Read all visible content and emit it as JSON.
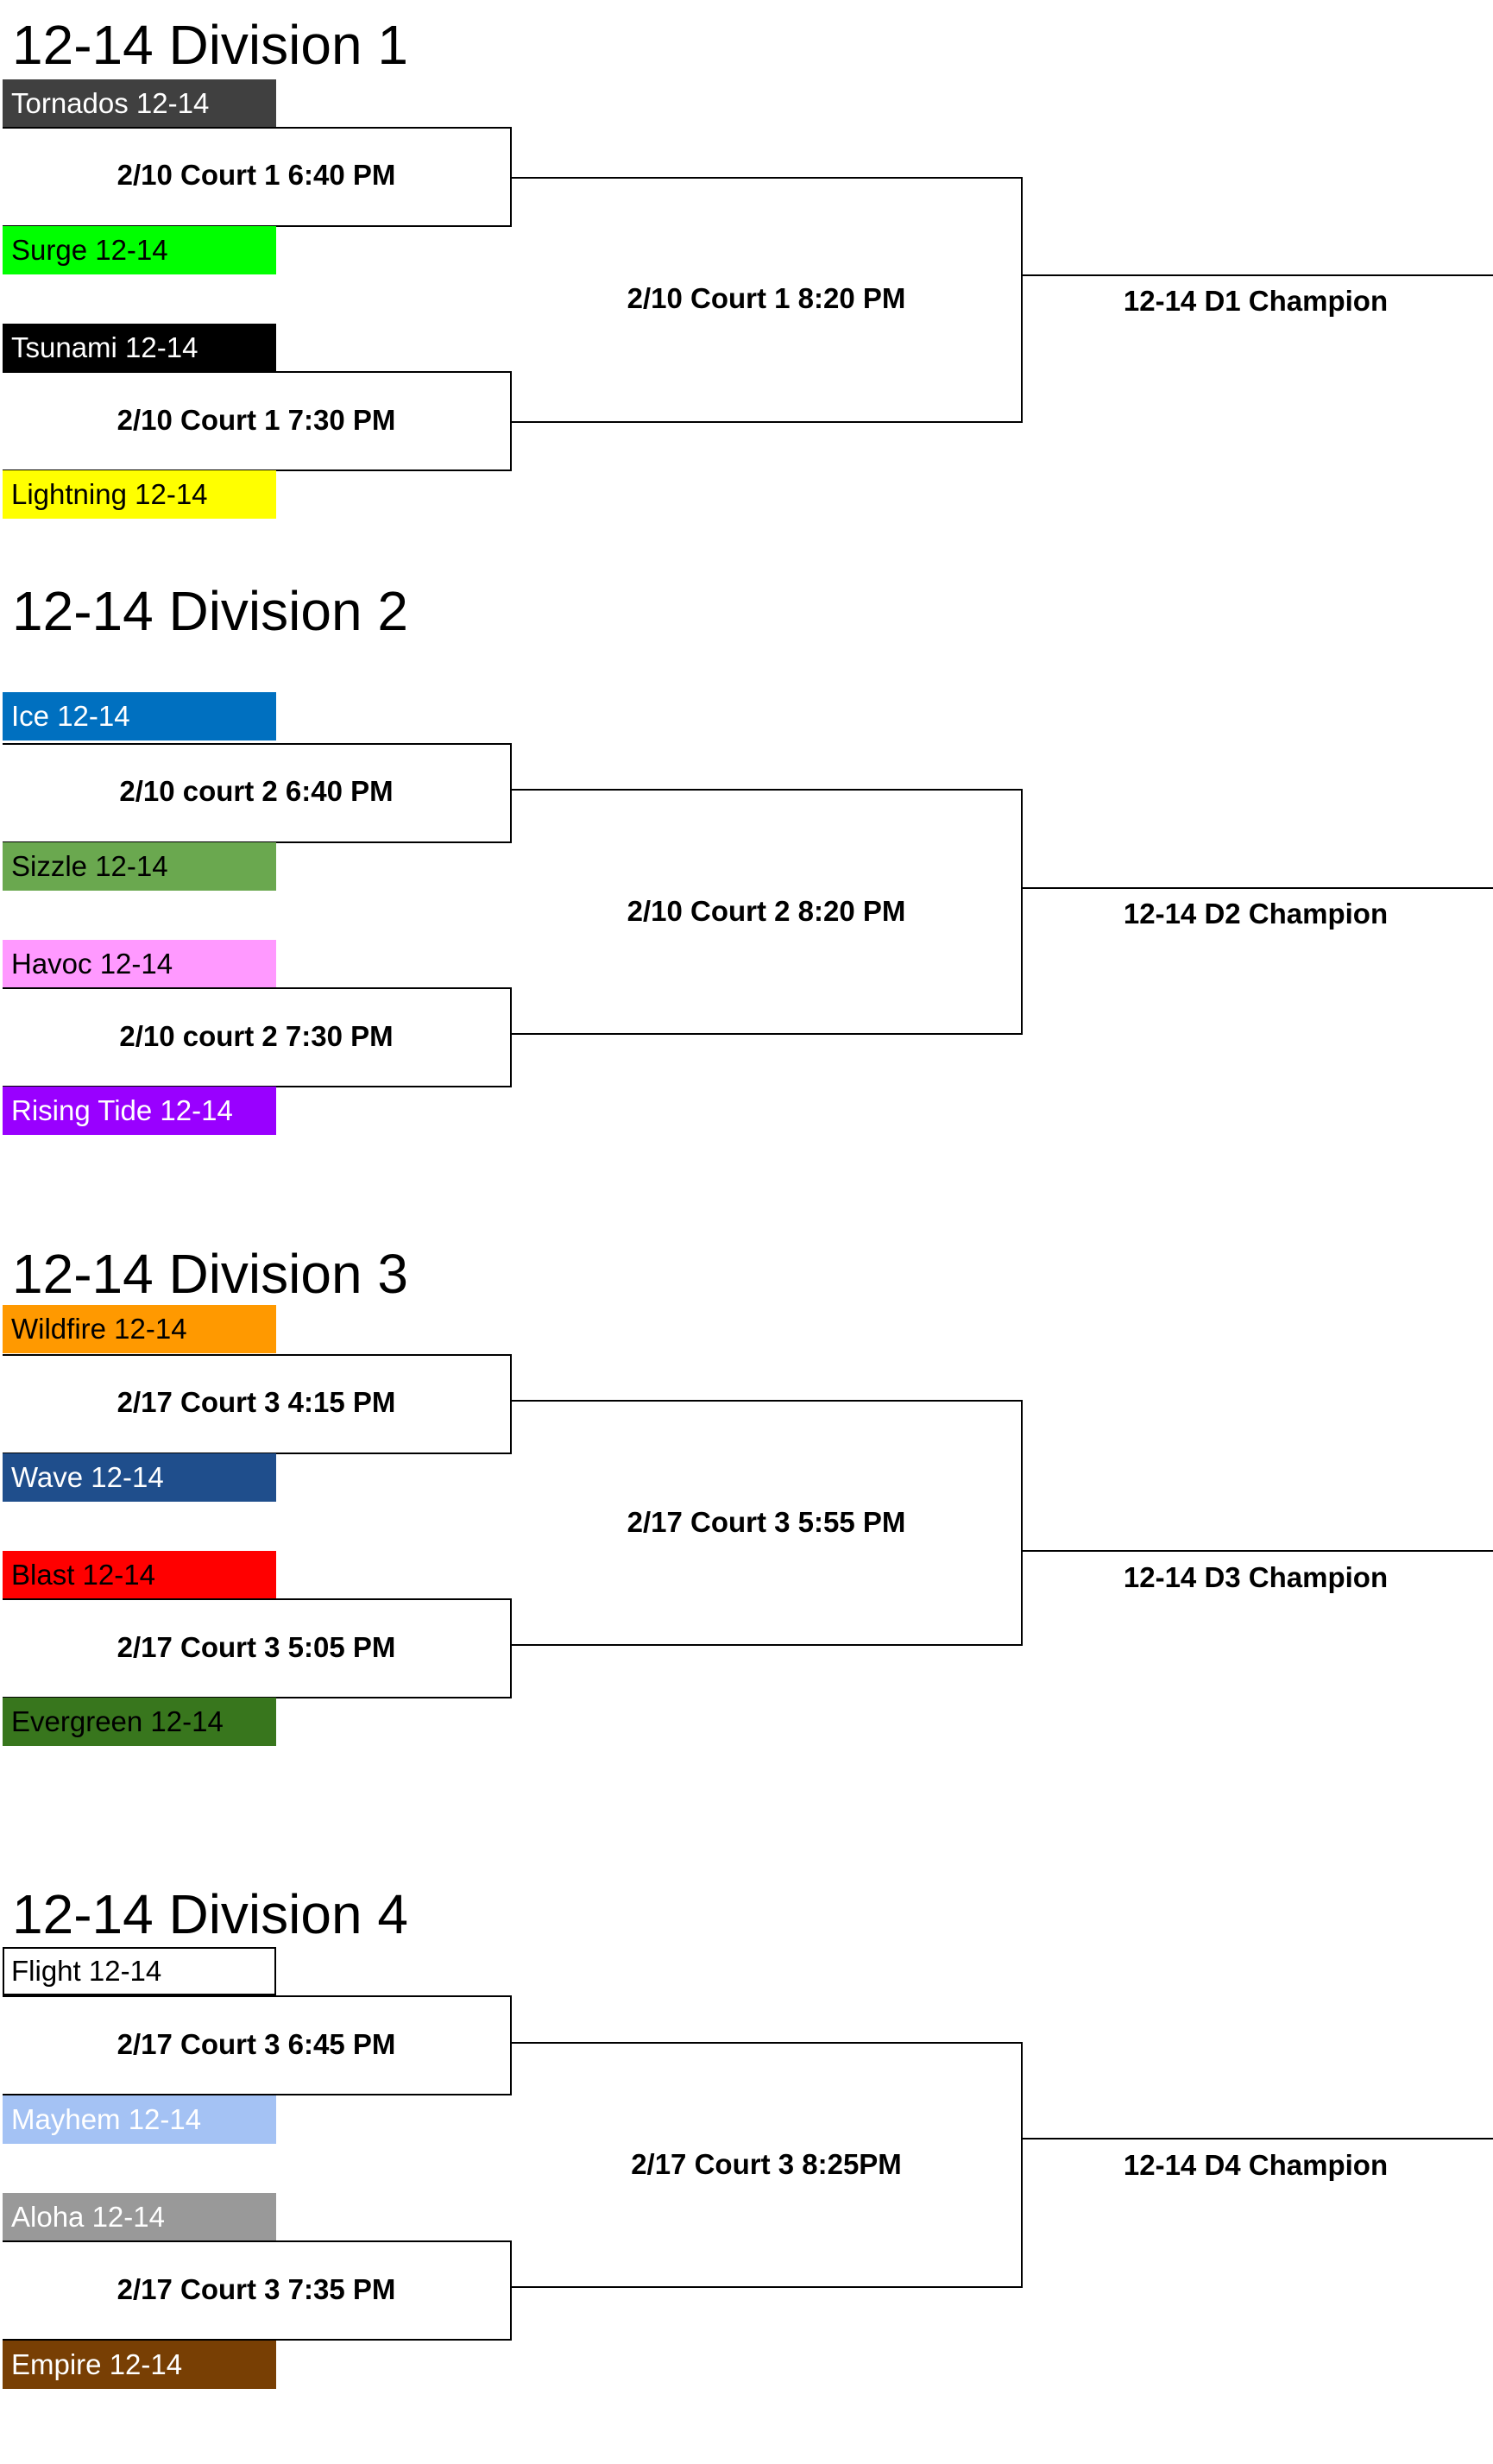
{
  "divisions": [
    {
      "title": "12-14 Division 1",
      "teams": [
        {
          "name": "Tornados 12-14",
          "bg": "#404040",
          "fg": "#ffffff"
        },
        {
          "name": "Surge 12-14",
          "bg": "#00ff00",
          "fg": "#000000"
        },
        {
          "name": "Tsunami 12-14",
          "bg": "#000000",
          "fg": "#ffffff"
        },
        {
          "name": "Lightning 12-14",
          "bg": "#ffff00",
          "fg": "#000000"
        }
      ],
      "games": [
        "2/10 Court 1 6:40 PM",
        "2/10 Court 1 7:30 PM"
      ],
      "final": "2/10 Court 1 8:20 PM",
      "champion": "12-14 D1 Champion"
    },
    {
      "title": "12-14 Division 2",
      "teams": [
        {
          "name": "Ice 12-14",
          "bg": "#0070c0",
          "fg": "#ffffff"
        },
        {
          "name": "Sizzle 12-14",
          "bg": "#6aa84f",
          "fg": "#000000"
        },
        {
          "name": "Havoc 12-14",
          "bg": "#ff99ff",
          "fg": "#000000"
        },
        {
          "name": "Rising Tide 12-14",
          "bg": "#9900ff",
          "fg": "#ffffff"
        }
      ],
      "games": [
        "2/10 court 2 6:40 PM",
        "2/10 court 2 7:30 PM"
      ],
      "final": "2/10 Court 2 8:20 PM",
      "champion": "12-14 D2 Champion"
    },
    {
      "title": "12-14 Division 3",
      "teams": [
        {
          "name": "Wildfire 12-14",
          "bg": "#ff9900",
          "fg": "#000000"
        },
        {
          "name": "Wave 12-14",
          "bg": "#1f4e8c",
          "fg": "#ffffff"
        },
        {
          "name": "Blast 12-14",
          "bg": "#ff0000",
          "fg": "#000000"
        },
        {
          "name": "Evergreen 12-14",
          "bg": "#38761d",
          "fg": "#000000"
        }
      ],
      "games": [
        "2/17 Court 3 4:15 PM",
        "2/17 Court 3 5:05 PM"
      ],
      "final": "2/17 Court 3 5:55 PM",
      "champion": "12-14 D3 Champion"
    },
    {
      "title": "12-14 Division 4",
      "teams": [
        {
          "name": "Flight 12-14",
          "bg": "#ffffff",
          "fg": "#000000"
        },
        {
          "name": "Mayhem 12-14",
          "bg": "#a4c2f4",
          "fg": "#ffffff"
        },
        {
          "name": "Aloha 12-14",
          "bg": "#999999",
          "fg": "#ffffff"
        },
        {
          "name": "Empire 12-14",
          "bg": "#783f04",
          "fg": "#ffffff"
        }
      ],
      "games": [
        "2/17 Court 3 6:45 PM",
        "2/17 Court 3 7:35 PM"
      ],
      "final": "2/17 Court 3 8:25PM",
      "champion": "12-14 D4 Champion"
    }
  ]
}
